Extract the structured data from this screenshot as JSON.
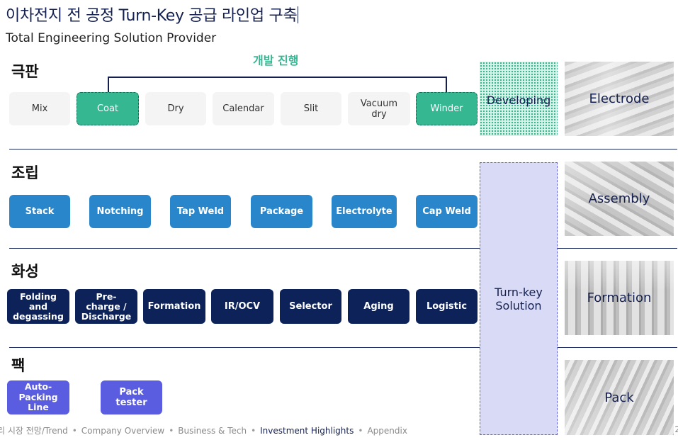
{
  "title": "이차전지 전 공정 Turn-Key 공급 라인업 구축",
  "subtitle": "Total Engineering Solution Provider",
  "sections": {
    "electrode": {
      "label": "극판",
      "dev_label": "개발 진행",
      "steps": [
        "Mix",
        "Coat",
        "Dry",
        "Calendar",
        "Slit",
        "Vacuum\ndry",
        "Winder"
      ],
      "status": "Developing",
      "photo_label": "Electrode"
    },
    "assembly": {
      "label": "조립",
      "steps": [
        "Stack",
        "Notching",
        "Tap Weld",
        "Package",
        "Electrolyte",
        "Cap Weld"
      ],
      "photo_label": "Assembly"
    },
    "formation": {
      "label": "화성",
      "steps": [
        "Folding\nand\ndegassing",
        "Pre-\ncharge /\nDischarge",
        "Formation",
        "IR/OCV",
        "Selector",
        "Aging",
        "Logistic"
      ],
      "photo_label": "Formation"
    },
    "pack": {
      "label": "팩",
      "steps": [
        "Auto-\nPacking\nLine",
        "Pack\ntester"
      ],
      "photo_label": "Pack"
    }
  },
  "turnkey": "Turn-key\nSolution",
  "footer": {
    "items": [
      "리 시장 전망/Trend",
      "Company Overview",
      "Business & Tech",
      "Investment Highlights",
      "Appendix"
    ],
    "active": "Investment Highlights",
    "separator": "•",
    "page": "2"
  },
  "colors": {
    "navy": "#0c2259",
    "blue": "#2a86cb",
    "teal": "#35b792",
    "violet": "#5a5ddf",
    "title": "#14204f"
  }
}
